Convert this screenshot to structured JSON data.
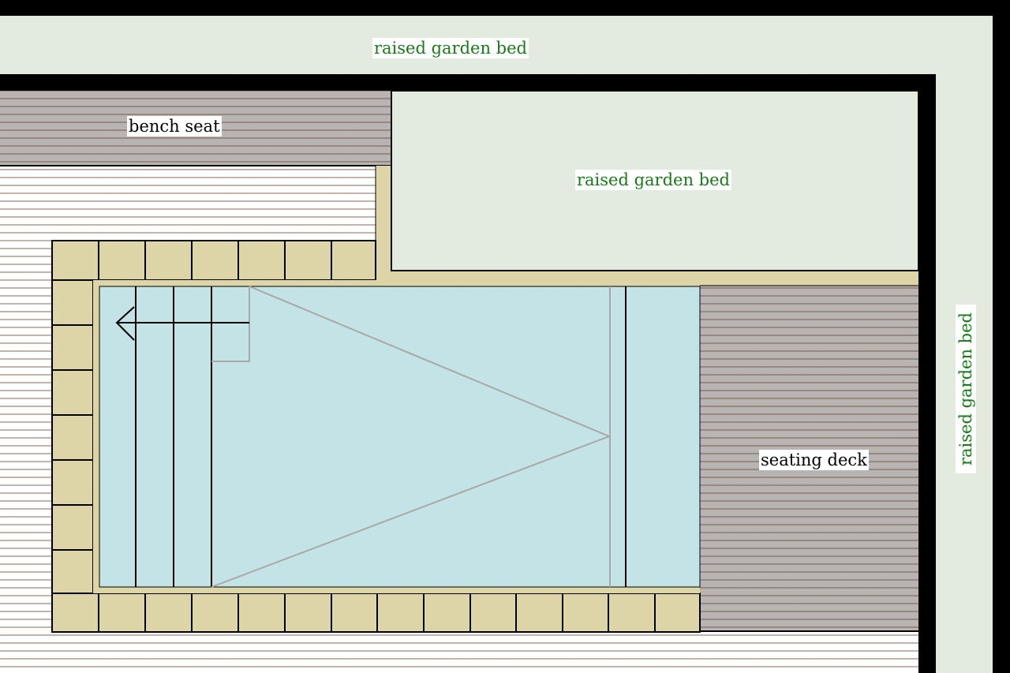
{
  "labels": {
    "garden_bed_top": "raised garden bed",
    "garden_bed_inner": "raised garden bed",
    "garden_bed_right": "raised garden bed",
    "bench_seat": "bench seat",
    "seating_deck": "seating deck"
  },
  "colors": {
    "border": "#000000",
    "garden_bed": "#e3eadf",
    "decking_light": "#ffffff",
    "decking_light_line": "#8a6a5a",
    "bench_deck": "#b8b4b4",
    "bench_deck_line": "#7a5a4a",
    "paver": "#ddd4a8",
    "pool_water": "#c4e3e6",
    "pool_lines": "#000000",
    "pool_outline_gray": "#a8a8a8",
    "label_green": "#1a7a1a"
  },
  "icons": {
    "pool_entry_arrow": "arrow-left-icon"
  }
}
